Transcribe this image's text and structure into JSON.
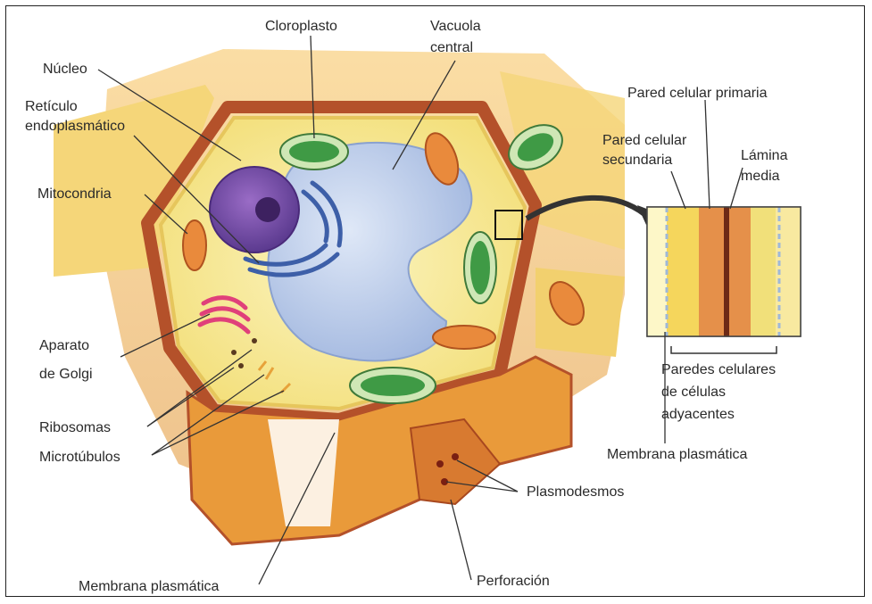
{
  "labels": {
    "cloroplasto": "Cloroplasto",
    "vacuola_1": "Vacuola",
    "vacuola_2": "central",
    "nucleo": "Núcleo",
    "reticulo_1": "Retículo",
    "reticulo_2": "endoplasmático",
    "mitocondria": "Mitocondria",
    "golgi_1": "Aparato",
    "golgi_2": "de Golgi",
    "ribosomas": "Ribosomas",
    "microtubulos": "Microtúbulos",
    "membrana_bottom": "Membrana plasmática",
    "perforacion": "Perforación",
    "plasmodesmos": "Plasmodesmos",
    "pared_primaria": "Pared celular primaria",
    "pared_secundaria_1": "Pared celular",
    "pared_secundaria_2": "secundaria",
    "lamina_1": "Lámina",
    "lamina_2": "media",
    "paredes_1": "Paredes celulares",
    "paredes_2": "de células",
    "paredes_3": "adyacentes",
    "membrana_right": "Membrana plasmática"
  },
  "colors": {
    "cell_wall": "#c8642a",
    "cytoplasm": "#f6ec9c",
    "vacuole": "#b9cbe8",
    "nucleus": "#7b55a8",
    "chloroplast": "#3f9a45",
    "mitochondria": "#e98a3c",
    "er": "#3d5fa8",
    "golgi": "#e0407a"
  }
}
